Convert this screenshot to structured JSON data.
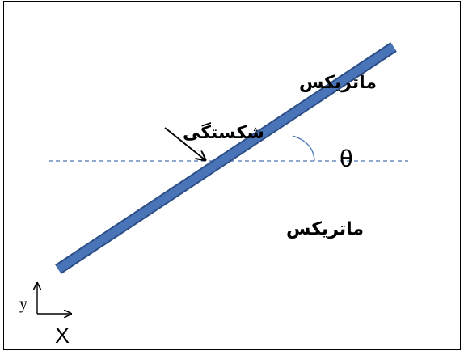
{
  "labels": {
    "matrix_top": "ماتریکس",
    "fracture": "شکستگی",
    "theta": "θ",
    "matrix_bottom": "ماتریکس",
    "axis_y": "y",
    "axis_x": "X"
  },
  "colors": {
    "frame": "#000000",
    "fracture_fill": "#4a74b8",
    "fracture_stroke": "#2c4f87",
    "reference_line": "#4a74b8",
    "angle_arc": "#4a74b8",
    "arrow": "#000000",
    "axes": "#000000",
    "text": "#000000"
  },
  "icons": {
    "pointer_arrow": "arrow-icon",
    "axis_arrows": "axis-arrow-icon"
  }
}
